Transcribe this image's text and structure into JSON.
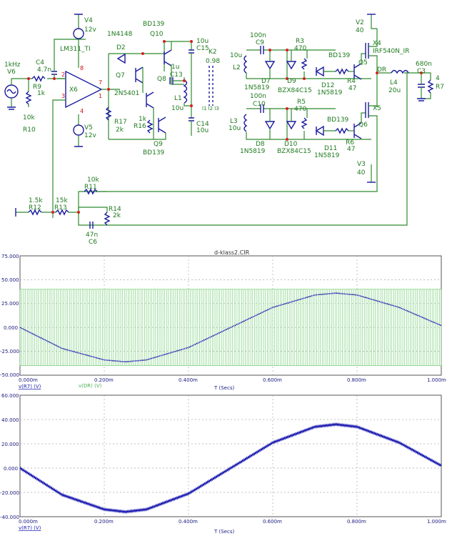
{
  "schematic": {
    "labels": {
      "v6_freq": "1kHz",
      "v6": "V6",
      "c4": "C4",
      "c4_val": "4.7n",
      "r9": "R9",
      "r9_val": "1k",
      "r10_val": "10k",
      "r10": "R10",
      "v4": "V4",
      "v4_val": "12v",
      "v5": "V5",
      "v5_val": "12v",
      "x6": "X6",
      "x6_type": "LM311_TI",
      "d2": "D2",
      "d2_type": "1N4148",
      "q7": "Q7",
      "q7_type": "2N5401",
      "q8": "Q8",
      "q10_type": "BD139",
      "q10": "Q10",
      "q9": "Q9",
      "q9_type": "BD139",
      "r17": "R17",
      "r17_val": "2k",
      "r16_val": "1k",
      "r16": "R16",
      "c13_val": "1u",
      "c13": "C13",
      "c15_val": "10u",
      "c15": "C15",
      "c14": "C14",
      "c14_val": "10u",
      "l1": "L1",
      "l1_val": "10u",
      "k2": "K2",
      "k2_val": "0.98",
      "k2_coils": "l1 l2 l3",
      "c9_val": "100n",
      "c9": "C9",
      "l2_val": "10u",
      "l2": "L2",
      "c10_val": "100n",
      "c10": "C10",
      "l3": "L3",
      "l3_val": "10u",
      "r3": "R3",
      "r3_val": "470",
      "r5": "R5",
      "r5_val": "470",
      "d7": "D7",
      "d7_type": "1N5819",
      "d8": "D8",
      "d8_type": "1N5819",
      "d9": "D9",
      "d9_type": "BZX84C15",
      "d10": "D10",
      "d10_type": "BZX84C15",
      "d12": "D12",
      "d12_type": "1N5819",
      "d11": "D11",
      "d11_type": "1N5819",
      "r4": "R4",
      "r4_val": "47",
      "r6": "R6",
      "r6_val": "47",
      "q5_type": "BD139",
      "q5": "Q5",
      "q6_type": "BD139",
      "q6": "Q6",
      "x4": "X4",
      "x4_type": "IRF540N_IR",
      "x5": "X5",
      "v2": "V2",
      "v2_val": "40",
      "v3": "V3",
      "v3_val": "40",
      "dr": "DR",
      "l4": "L4",
      "l4_val": "20u",
      "c3_val": "680n",
      "c3": "C3",
      "r7_val": "4",
      "r7": "R7",
      "r11_val": "10k",
      "r11": "R11",
      "r12_val": "1.5k",
      "r12": "R12",
      "r13_val": "15k",
      "r13": "R13",
      "r14": "R14",
      "r14_val": "2k",
      "c6_val": "47n",
      "c6": "C6",
      "pin2": "2",
      "pin3": "3",
      "pin7": "7",
      "pin1": "1",
      "pin4": "4",
      "pin8": "8"
    }
  },
  "plot1": {
    "title": "d-klass2.CIR",
    "x_ticks": [
      "0.000m",
      "0.200m",
      "0.400m",
      "0.600m",
      "0.800m",
      "1.000m"
    ],
    "y_ticks": [
      "75.000",
      "50.000",
      "25.000",
      "0.000",
      "-25.000",
      "-50.000"
    ],
    "xlabel": "T (Secs)",
    "legend1": "v(R7) (V)",
    "legend2": "v(DR) (V)"
  },
  "plot2": {
    "x_ticks": [
      "0.000m",
      "0.200m",
      "0.400m",
      "0.600m",
      "0.800m",
      "1.000m"
    ],
    "y_ticks": [
      "60.000",
      "40.000",
      "20.000",
      "0.000",
      "-20.000",
      "-40.000"
    ],
    "xlabel": "T (Secs)",
    "legend1": "v(R7) (V)"
  },
  "chart_data": [
    {
      "type": "line",
      "title": "d-klass2.CIR",
      "xlabel": "T (Secs)",
      "xlim": [
        0,
        1.0
      ],
      "ylim": [
        -50,
        75
      ],
      "grid": true,
      "series": [
        {
          "name": "v(R7) (V)",
          "x": [
            0,
            0.1,
            0.2,
            0.25,
            0.3,
            0.4,
            0.5,
            0.6,
            0.7,
            0.75,
            0.8,
            0.9,
            1.0
          ],
          "y": [
            0,
            -22,
            -34,
            -36,
            -34,
            -21,
            0,
            21,
            34,
            36,
            34,
            21,
            2
          ]
        },
        {
          "name": "v(DR) (V)",
          "pwm_high": 40,
          "pwm_low": -40
        }
      ]
    },
    {
      "type": "line",
      "xlabel": "T (Secs)",
      "xlim": [
        0,
        1.0
      ],
      "ylim": [
        -40,
        60
      ],
      "grid": true,
      "series": [
        {
          "name": "v(R7) (V)",
          "x": [
            0,
            0.1,
            0.2,
            0.25,
            0.3,
            0.4,
            0.5,
            0.6,
            0.7,
            0.75,
            0.8,
            0.9,
            1.0
          ],
          "y": [
            0,
            -22,
            -34,
            -36,
            -34,
            -21,
            0,
            21,
            34,
            36,
            34,
            21,
            2
          ]
        }
      ]
    }
  ]
}
